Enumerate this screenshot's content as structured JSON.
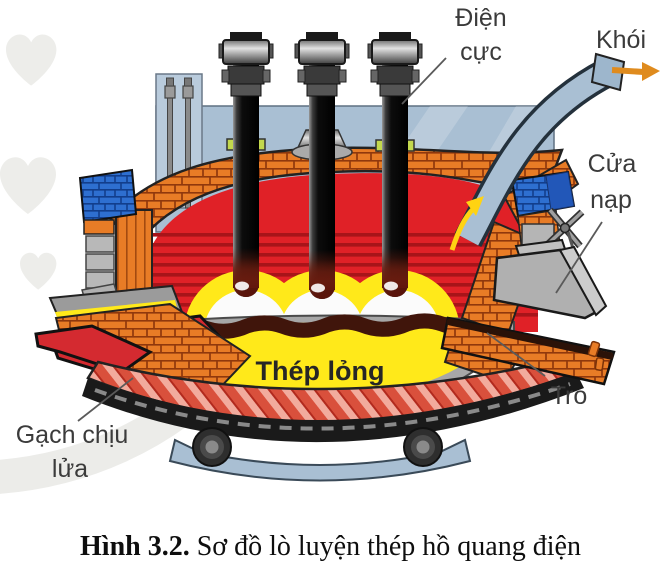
{
  "figure": {
    "caption_prefix": "Hình 3.2.",
    "caption_rest": " Sơ đồ lò luyện thép hồ quang điện"
  },
  "labels": {
    "electrode": {
      "lines": [
        "Điện",
        "cực"
      ]
    },
    "smoke": "Khói",
    "charging_door": {
      "lines": [
        "Cửa",
        "nạp"
      ]
    },
    "ash": "Tro",
    "liquid_steel": "Thép lỏng",
    "refractory_brick": {
      "lines": [
        "Gạch chịu",
        "lửa"
      ]
    }
  },
  "colors": {
    "brick_orange": "#e87c26",
    "brick_mortar": "#90380c",
    "fire_red": "#e02127",
    "fire_stripe_dark": "#a81419",
    "steel_yellow": "#ffe91a",
    "slag_brown": "#40150b",
    "structure_blue_gray": "#a9bfd3",
    "blue_brick": "#2e6fd0",
    "metal_gray": "#b3b3b3",
    "smoke_arrow_orange": "#df8b1e",
    "refractory_red": "#d9503c",
    "refractory_pink": "#f2ab9d"
  }
}
